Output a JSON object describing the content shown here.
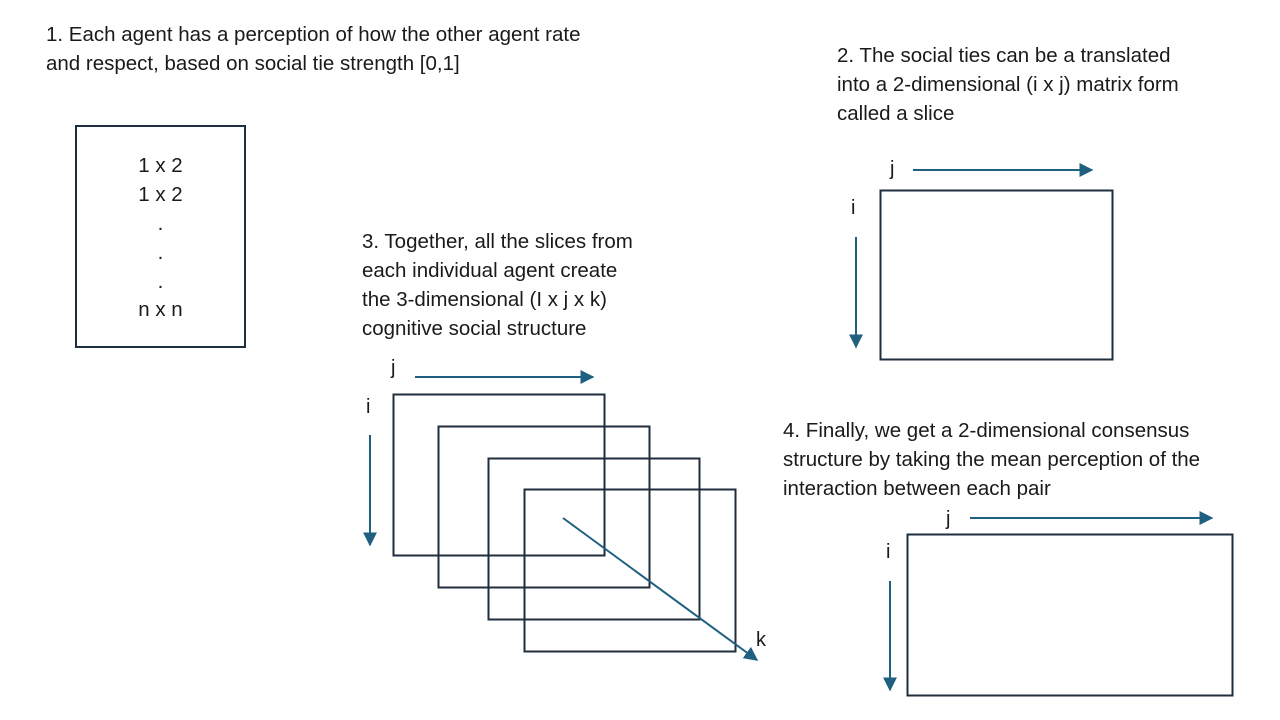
{
  "steps": [
    {
      "lines": [
        "1. Each agent has a perception of how the other agent rate",
        "and respect, based on social tie strength [0,1]"
      ]
    },
    {
      "lines": [
        "2. The social ties can be a translated",
        "into a 2-dimensional (i x j) matrix form",
        "called a slice"
      ]
    },
    {
      "lines": [
        "3. Together, all the slices from",
        "each individual agent create",
        "the 3-dimensional (I x j x k)",
        "cognitive social structure"
      ]
    },
    {
      "lines": [
        "4. Finally, we get a 2-dimensional consensus",
        "structure by taking the mean perception of the",
        "interaction between each pair"
      ]
    }
  ],
  "vector": {
    "entries": [
      "1 x 2",
      "1 x 2",
      ".",
      ".",
      ".",
      "n x n"
    ]
  },
  "axes": {
    "i": "i",
    "j": "j",
    "k": "k"
  },
  "colors": {
    "arrow": "#1f5f80",
    "box_border": "#1f2e3c",
    "text": "#1a1a1a"
  }
}
